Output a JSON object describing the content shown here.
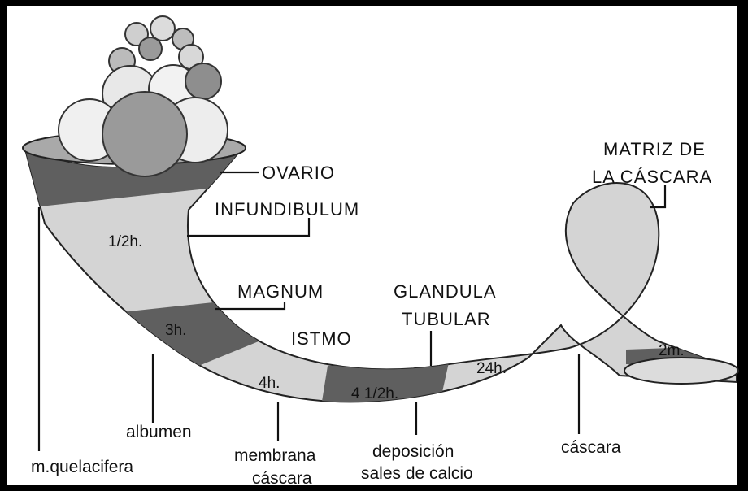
{
  "labels": {
    "ovario": "OVARIO",
    "infundibulum": "INFUNDIBULUM",
    "magnum": "MAGNUM",
    "istmo": "ISTMO",
    "glandula_1": "GLANDULA",
    "glandula_2": "TUBULAR",
    "matriz_1": "MATRIZ DE",
    "matriz_2": "LA CÁSCARA",
    "albumen": "albumen",
    "quelacifera": "m.quelacifera",
    "membrana_1": "membrana",
    "membrana_2": "cáscara",
    "deposicion_1": "deposición",
    "deposicion_2": "sales de calcio",
    "cascara": "cáscara"
  },
  "segments": {
    "t1": "1/2h.",
    "t2": "3h.",
    "t3": "4h.",
    "t4": "4 1/2h.",
    "t5": "24h.",
    "t6": "2m."
  },
  "colors": {
    "light": "#d4d4d4",
    "dark": "#5f5f5f",
    "mid": "#a9a9a9",
    "pale": "#ececec"
  }
}
